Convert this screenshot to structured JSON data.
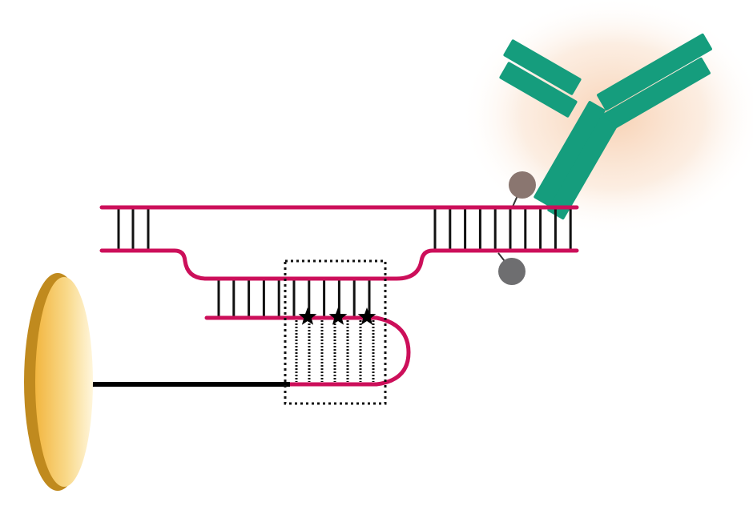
{
  "diagram": {
    "colors": {
      "strand": "#cc0f5a",
      "base_pair": "#111111",
      "antibody": "#159d7d",
      "antibody_glow": "#f6c9a6",
      "ligand_upper": "#8a7670",
      "ligand_lower": "#6e6e70",
      "electrode_edge": "#c08a1e",
      "electrode_light": "#fff6dc",
      "electrode_dark": "#f2b640",
      "linker": "#000000",
      "mismatch_star": "#000000"
    },
    "icons": {
      "electrode": "gold-electrode-disc",
      "antibody": "y-shaped-antibody",
      "ligand": "grey-sphere",
      "mismatch": "star"
    },
    "mismatch_count": 3
  }
}
